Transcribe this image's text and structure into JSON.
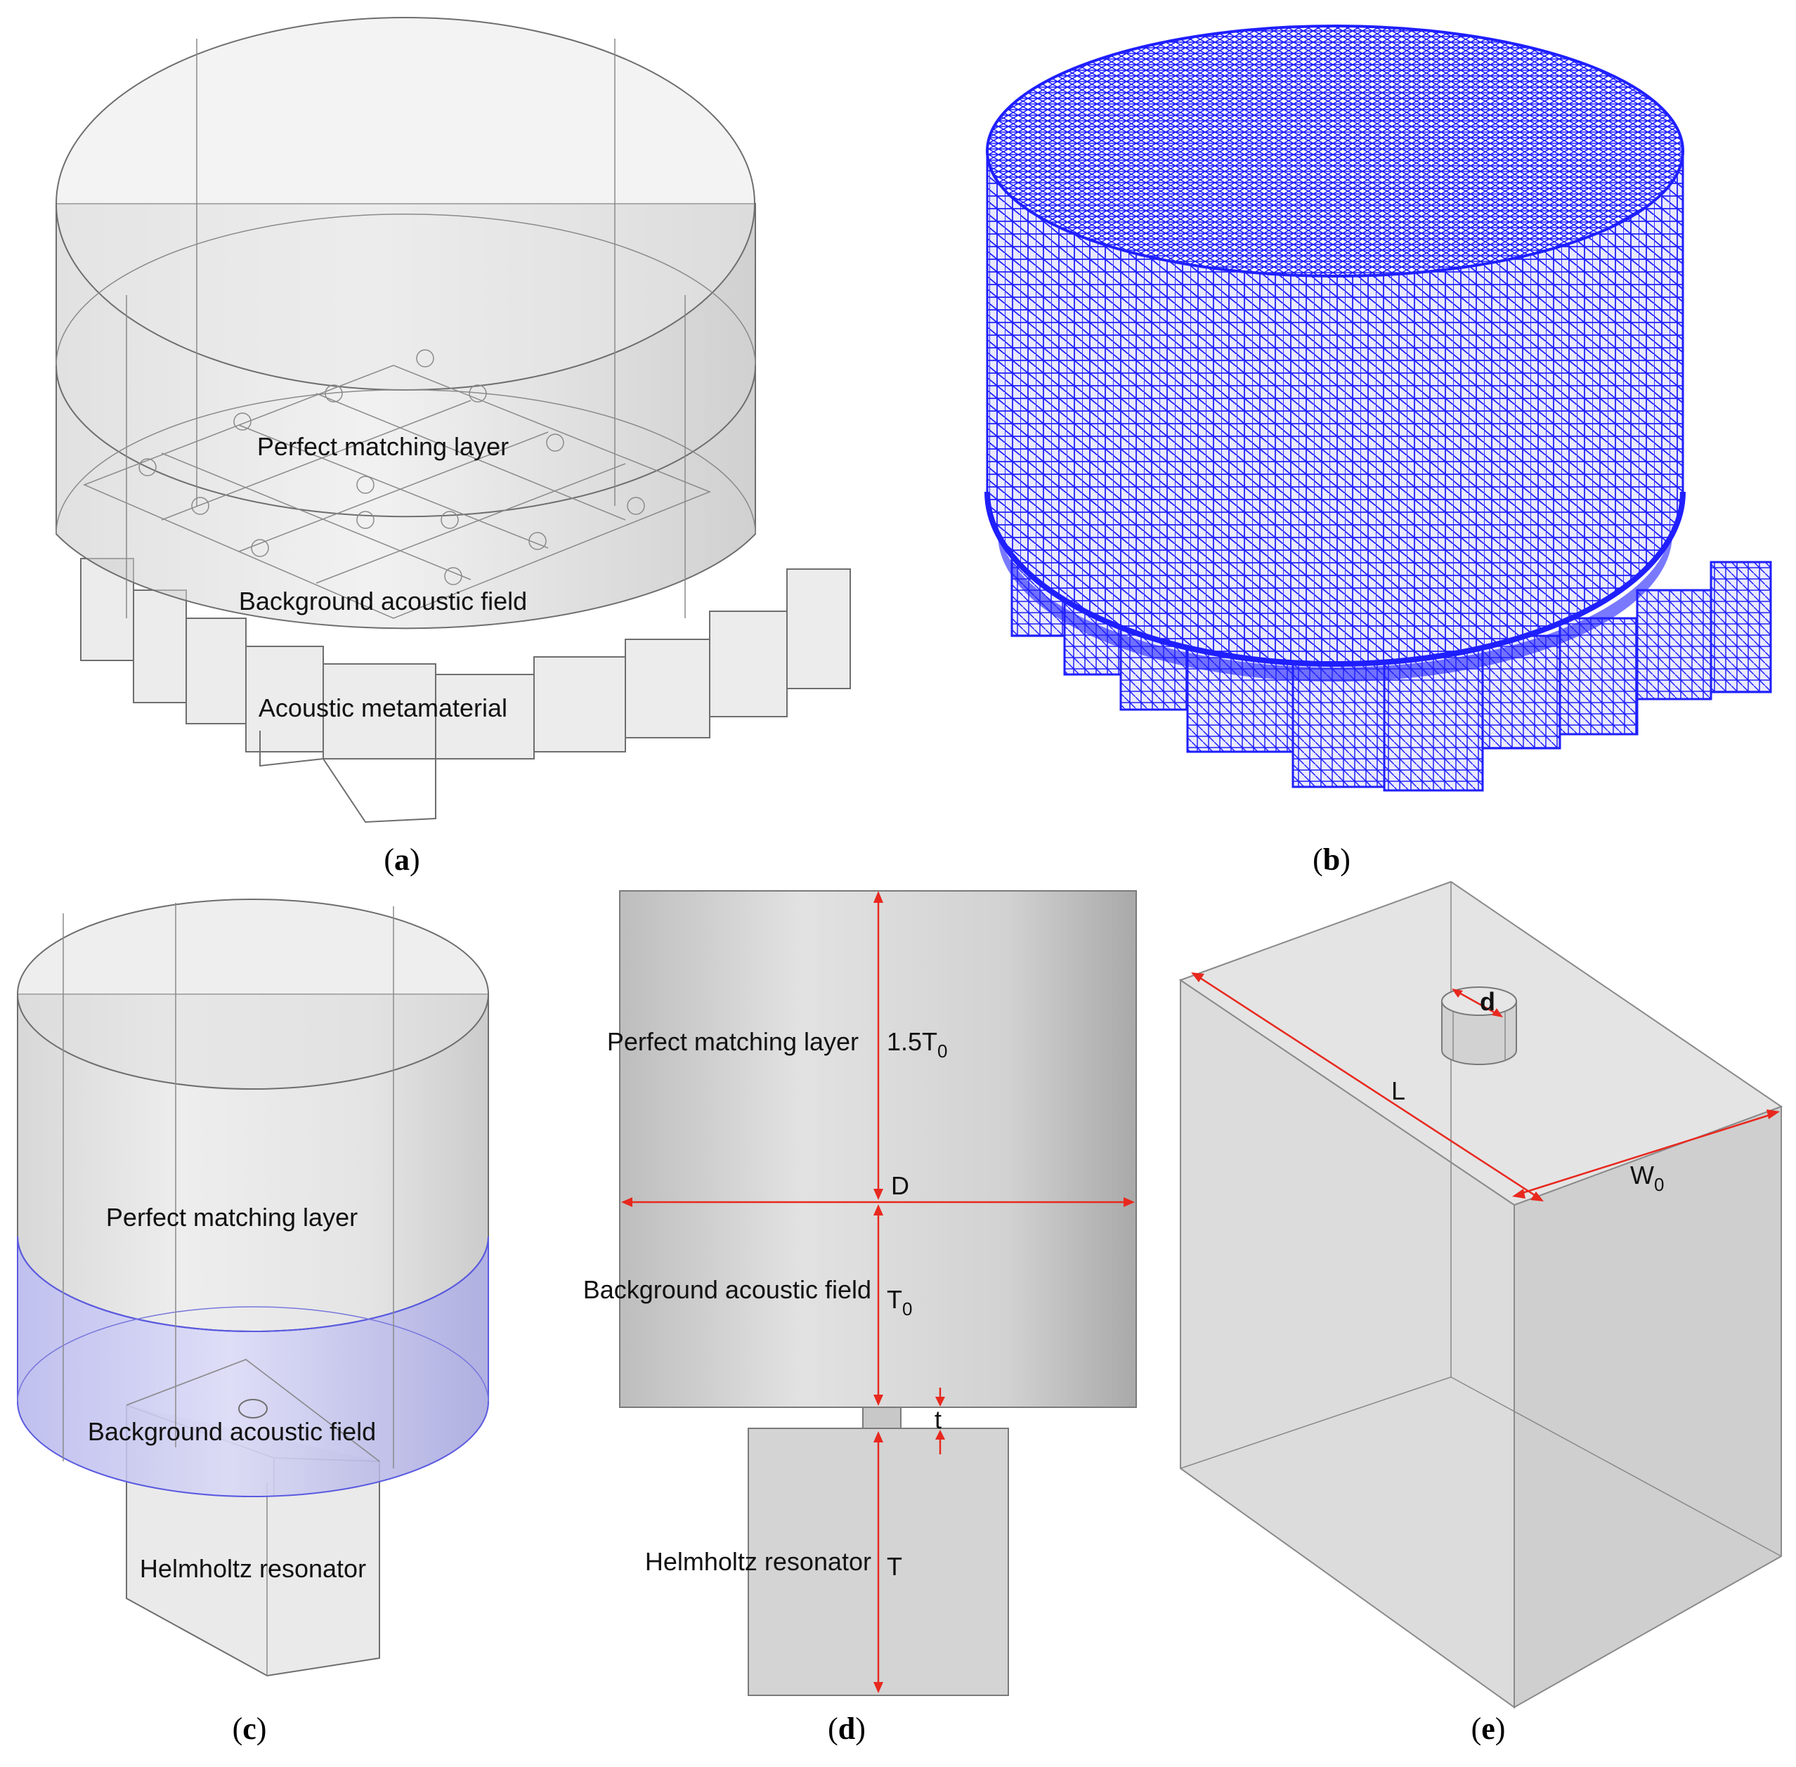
{
  "panel_a": {
    "labels": [
      "Perfect matching layer",
      "Background acoustic field",
      "Acoustic metamaterial"
    ],
    "caption": "a"
  },
  "panel_b": {
    "caption": "b",
    "mesh_color": "#1f1fff"
  },
  "panel_c": {
    "labels": [
      "Perfect matching layer",
      "Background acoustic field",
      "Helmholtz resonator"
    ],
    "caption": "c",
    "highlight_color": "#8c8cff"
  },
  "panel_d": {
    "labels": [
      "Perfect matching layer",
      "Background acoustic field",
      "Helmholtz resonator"
    ],
    "dims": {
      "pml": "1.5T",
      "pml_sub": "0",
      "diameter": "D",
      "bg": "T",
      "bg_sub": "0",
      "neck": "t",
      "cavity": "T"
    },
    "caption": "d"
  },
  "panel_e": {
    "dims": {
      "length": "L",
      "width": "W",
      "width_sub": "0",
      "neck_diameter": "d"
    },
    "caption": "e"
  },
  "colors": {
    "dimension_arrows": "#e8281e"
  }
}
